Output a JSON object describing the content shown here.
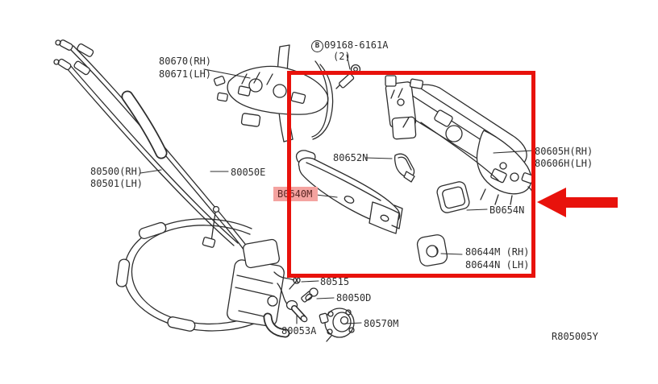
{
  "diagram": {
    "drawing_ref": "R805005Y",
    "callout": {
      "circle_letter": "B",
      "part_number": "09168-6161A",
      "quantity": "(2)"
    },
    "labels": {
      "l80670": "80670(RH)",
      "l80671": "80671(LH)",
      "l80500": "80500(RH)",
      "l80501": "80501(LH)",
      "l80050e": "80050E",
      "lb0640m": "B0640M",
      "l80652n": "80652N",
      "l80605h": "80605H(RH)",
      "l80606h": "80606H(LH)",
      "lb0654n": "B0654N",
      "l80644m": "80644M (RH)",
      "l80644n": "80644N (LH)",
      "l80515": "80515",
      "l80050d": "80050D",
      "l80053a": "80053A",
      "l80570m": "80570M"
    },
    "colors": {
      "accent_red": "#e8120c",
      "highlight_pink": "#f4a3a0",
      "line": "#2d2d2d"
    }
  }
}
